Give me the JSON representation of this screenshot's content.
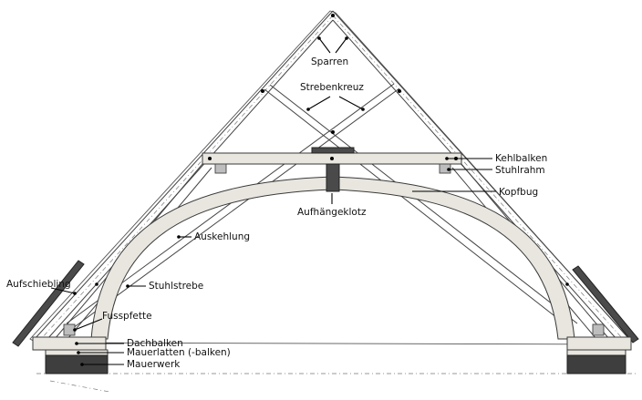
{
  "labels": {
    "sparren": "Sparren",
    "strebenkreuz": "Strebenkreuz",
    "kehlbalken": "Kehlbalken",
    "stuhlrahm": "Stuhlrahm",
    "kopfbug": "Kopfbug",
    "aufhaengeklotz": "Aufhängeklotz",
    "auskehlung": "Auskehlung",
    "aufschiebling": "Aufschiebling",
    "stuhlstrebe": "Stuhlstrebe",
    "fusspfette": "Fusspfette",
    "dachbalken": "Dachbalken",
    "mauerlatten": "Mauerlatten (-balken)",
    "mauerwerk": "Mauerwerk"
  },
  "colors": {
    "wood": "#e8e6df",
    "masonry": "#3e3e3e",
    "line": "#000000"
  }
}
